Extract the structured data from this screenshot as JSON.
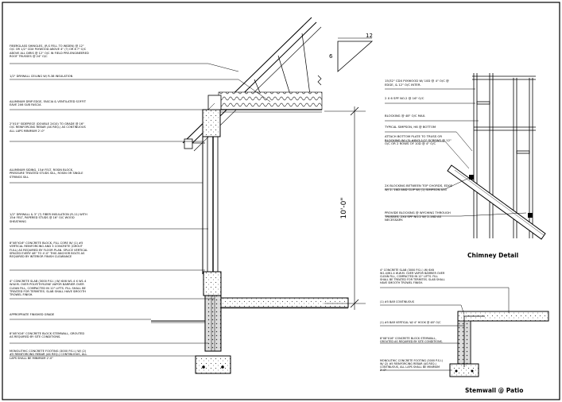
{
  "slope": {
    "run": "12",
    "rise": "6"
  },
  "dimension": {
    "wall_height": "10'-0\""
  },
  "left_notes": [
    "FIBERGLASS SHINGLES, (R.S FELL TO WIDEN) @ 12\" O/C OR 1/2\" CDX PLYWOOD ABOVE 4\" (?) OR 8 ?\" O/C ABOVE ALL DIRIS @ 12\" O/C IN FIELD PRE-ENGINEERED ROOF TRUSSES @ 24\" O/C",
    "1/2\" DRYWALL CEILING W/ R-38 INSULATION",
    "ALUMINUM DRIP EDGE, FASCIA & VENTILATED SOFFIT EAVE 2X6 SUB FASCIA",
    "2\"X10\" SIDEPIECE (DOUBLE 2X10) TO GRADE @ 16\" O/C REINFORCING REBAR (AS REQ.) AS CONTINUOUS ALL LAPS MINIMUM 2'-0\"",
    "ALUMINUM SIDING, 15# FELT, ROSIN BLOCK, PRESSURE TREATED STUDS SILL, ROSIN OR SINGLE STRINGS SILL",
    "1/2\" DRYWALL & 3\" (?) FIBER INSULATION (R-11) WITH 15# FELT, PAPERED STUDS @ 16\" O/C WOOD SHEATHING",
    "8\"X8\"X16\" CONCRETE BLOCK, FILL CORE W/ (1) #5 VERTICAL REINFORCING AND 3 CONCRETE (GROUT FULL) AS REQUIRED BY FLOOR PLAN. SPLICE VERTICAL SPACED EVERY 48\" TO 4'-0\" THIS ANCHOR BOLTS AS REQUIRED BY INTERIOR FINISH CLEARANCE",
    "4\" CONCRETE SLAB (3000 P.S.I.) W/ 6X6 W1.4 X W1.4 W.W.M. OVER POLYETHYLENE VAPOR BARRIER OVER CLEAN FILL, COMPACTED IN 12\" LIFTS. FILL SHALL BE TREATED FOR TERMITES. SLAB SHALL HAVE SMOOTH TROWEL FINISH.",
    "APPROPRIATE FINISHED GRADE",
    "8\"X8\"X16\" CONCRETE BLOCK STEMWALL, GROUTED AS REQUIRED BY SITE CONDITIONS.",
    "MONOLITHIC CONCRETE FOOTING (3000 P.S.I.) W/ (2) #5 REINFORCING REBAR (AS REQ.) CONTINUOUS, ALL LAPS SHALL BE MINIMUM 2'-0\""
  ],
  "chimney_notes": [
    "15/32\" CDX PLYWOOD W/ 10D @ 4\" O/C @ EDGE, & 12\" O/C INTER.",
    "2 X 6 SPF NO.2 @ 16\" O/C",
    "BLOCKING @ 48\" O/C MAX.",
    "TYPICAL SIMPSON, H8 @ BOTTOM",
    "ATTACH BOTTOM PLATE TO TRUSS OR BLOCKING W/ (3) #8X3-1/2\" SCREWS @ 12\" O/C OR 2 ROWS OF 10D @ 4\" O/C",
    "2X BLOCKING BETWEEN TOP CHORDS, EDGE W/ 2- 16D AND CLIP W/ (1) SIMPSON A35",
    "PROVIDE BLOCKING @ WYCHING THROUGH TRUSSES, 2X4 SPF NO.2 W/ 2-16D AS NECESSARY."
  ],
  "chimney_title": "Chimney Detail",
  "stemwall_notes": [
    "4\" CONCRETE SLAB (3000 P.S.I.) W/ 6X6 W1.4/W1.4 W.W.M. OVER VAPOR BARRIER OVER CLEAN FILL, COMPACTED IN 12\" LIFTS. FILL SHALL BE TREATED FOR TERMITES. SLAB SHALL HAVE SMOOTH TROWEL FINISH.",
    "(1) #5 BAR CONTINUOUS",
    "(1) #5 BAR VERTICAL W/ 4\" HOOK @ 48\" O/C",
    "8\"X8\"X16\" CONCRETE BLOCK STEMWALL, GROUTED AS REQUIRED BY SITE CONDITIONS.",
    "MONOLITHIC CONCRETE FOOTING (3000 P.S.I.) W/ (2) #5 REINFORCING REBAR (AS REQ.) CONTINUOUS, ALL LAPS SHALL BE MINIMUM 2'-0\""
  ],
  "stemwall_title": "Stemwall @ Patio"
}
